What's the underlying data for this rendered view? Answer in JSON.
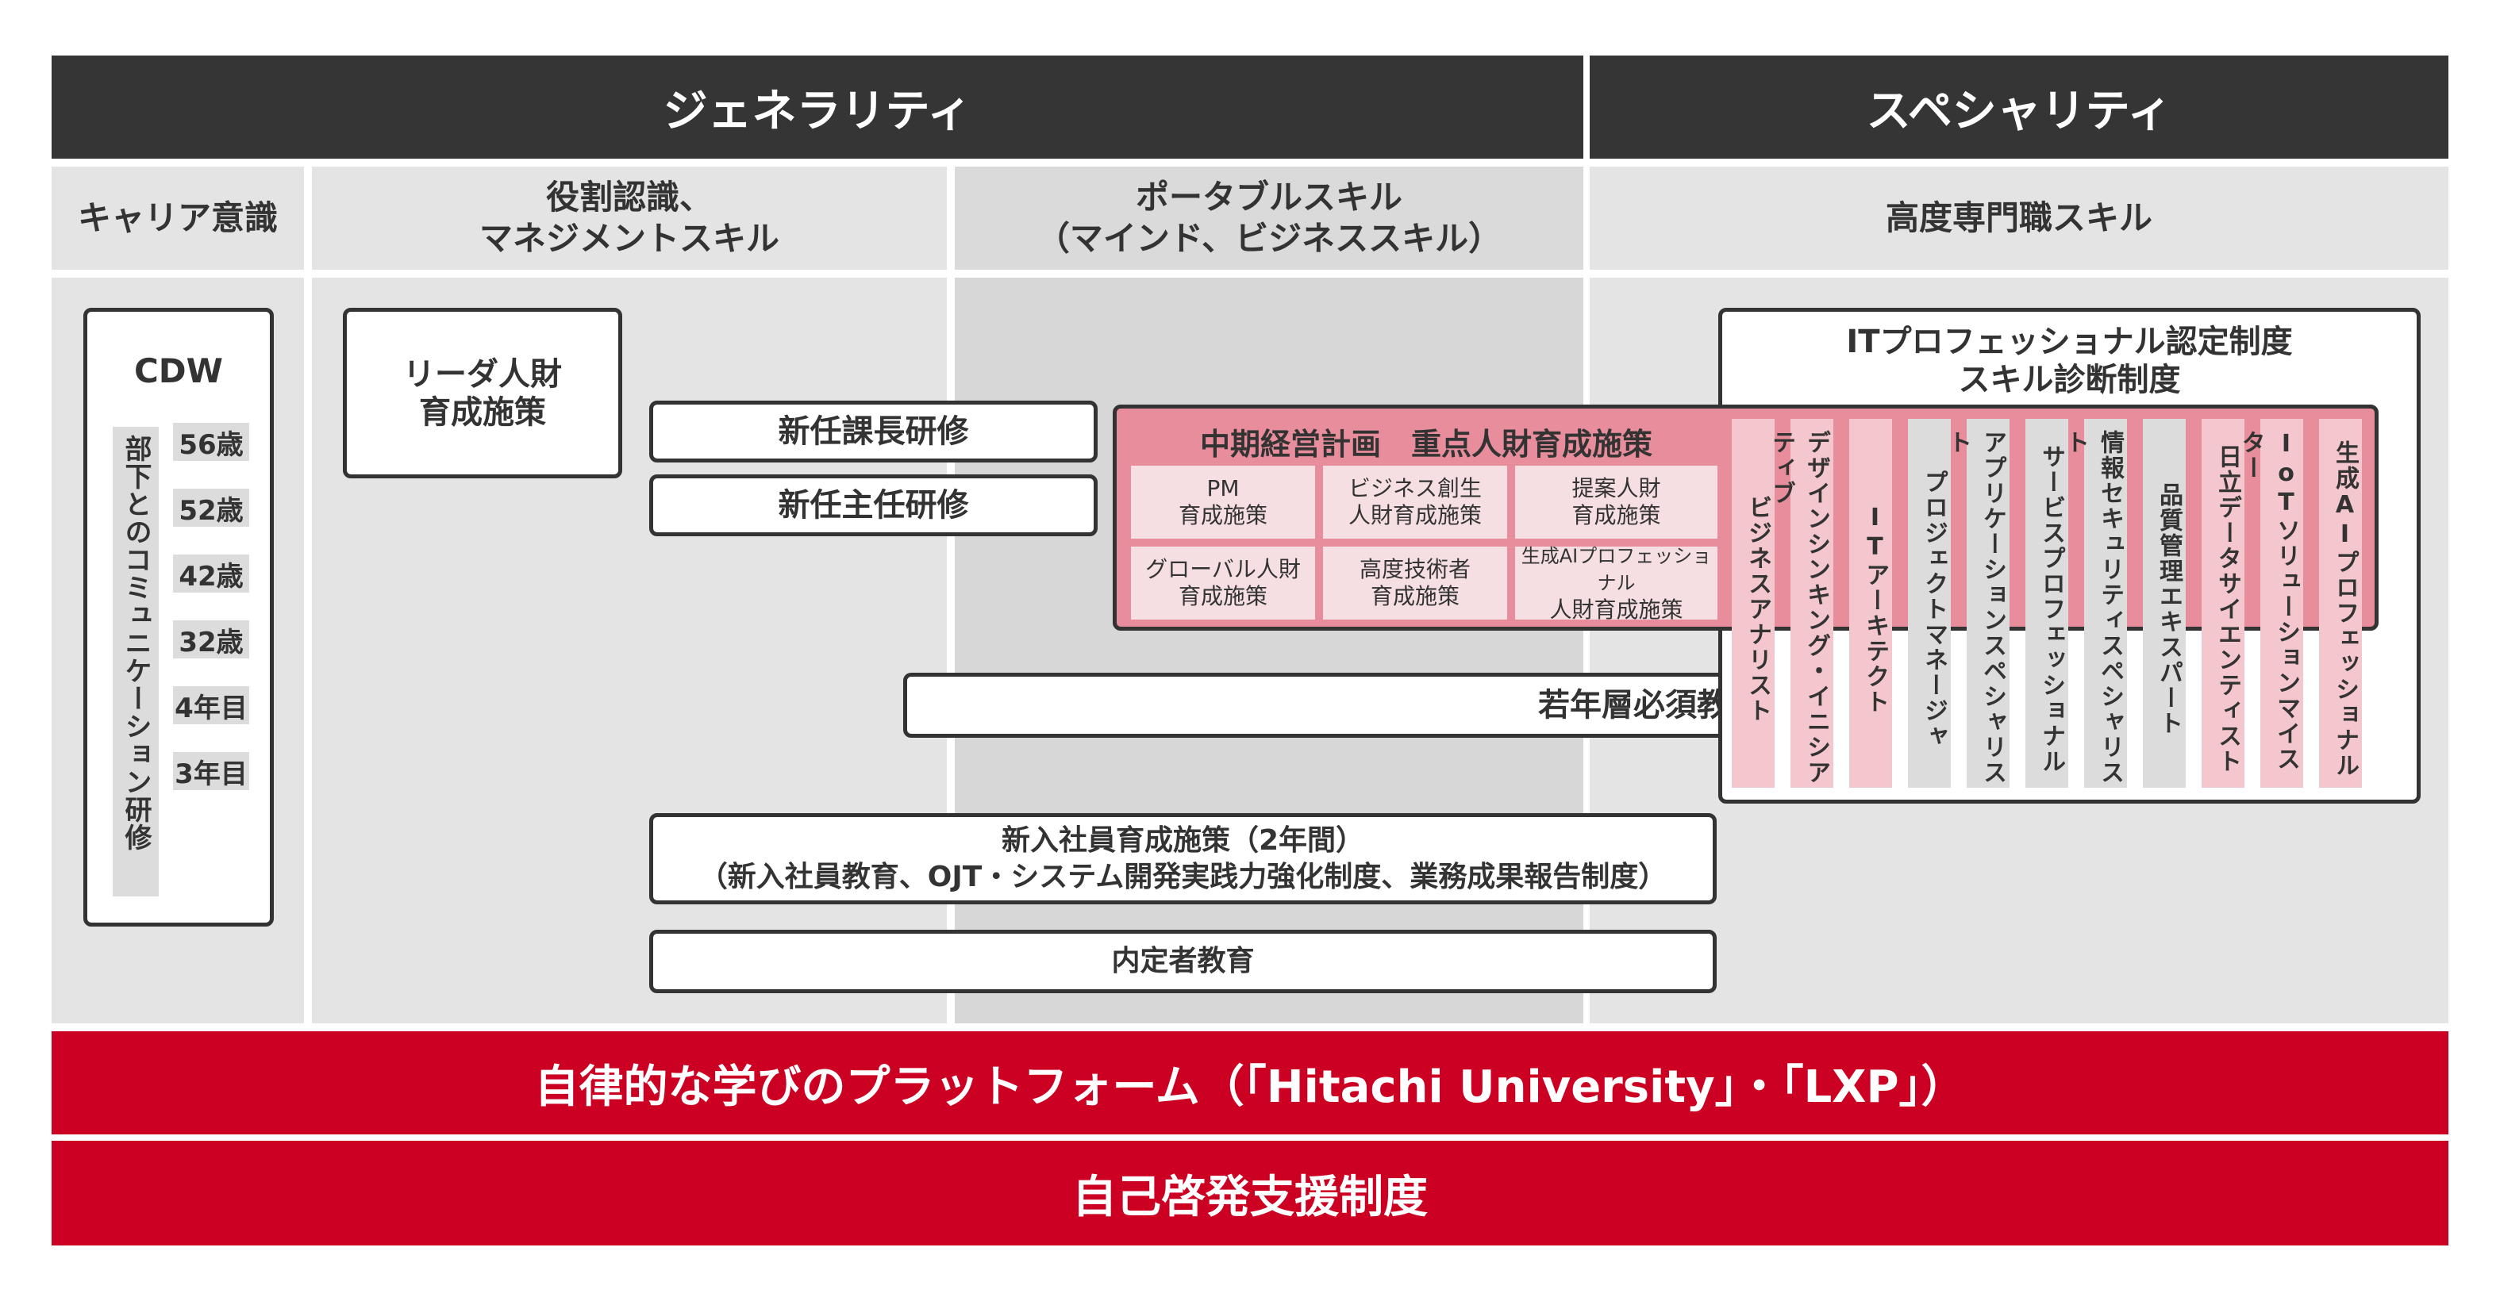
{
  "headers": {
    "generality": "ジェネラリティ",
    "speciality": "スペシャリティ"
  },
  "subheaders": {
    "career": "キャリア意識",
    "role": [
      "役割認識、",
      "マネジメントスキル"
    ],
    "portable": [
      "ポータブルスキル",
      "（マインド、ビジネススキル）"
    ],
    "expert": "高度専門職スキル"
  },
  "cdw": {
    "title": "CDW",
    "vertical_label": "部下とのコミュニケーション研修",
    "ages": [
      "56歳",
      "52歳",
      "42歳",
      "32歳",
      "4年目",
      "3年目"
    ]
  },
  "leader": [
    "リーダ人財",
    "育成施策"
  ],
  "new_section_chief": "新任課長研修",
  "new_chief": "新任主任研修",
  "plan": {
    "title": "中期経営計画　重点人財育成施策",
    "cells": [
      [
        "PM",
        "育成施策"
      ],
      [
        "ビジネス創生",
        "人財育成施策"
      ],
      [
        "提案人財",
        "育成施策"
      ],
      [
        "グローバル人財",
        "育成施策"
      ],
      [
        "高度技術者",
        "育成施策"
      ],
      [
        "生成AIプロフェッショナル",
        "人財育成施策"
      ]
    ]
  },
  "it_cert": [
    "ITプロフェッショナル認定制度",
    "スキル診断制度"
  ],
  "skills": [
    "ビジネスアナリスト",
    "デザインシンキング・イニシアティブ",
    "ITアーキテクト",
    "プロジェクトマネージャ",
    "アプリケーションスペシャリスト",
    "サービスプロフェッショナル",
    "情報セキュリティスペシャリスト",
    "品質管理エキスパート",
    "日立データサイエンティスト",
    "IoTソリューションマイスター",
    "生成AIプロフェッショナル"
  ],
  "young": "若年層必須教育",
  "new_employee": [
    "新入社員育成施策（2年間）",
    "（新入社員教育、OJT・システム開発実践力強化制度、業務成果報告制度）"
  ],
  "naitei": "内定者教育",
  "platform": "自律的な学びのプラットフォーム（「Hitachi University」・「LXP」）",
  "self_dev": "自己啓発支援制度",
  "colors": {
    "red": "#cc0022",
    "dark": "#353535",
    "pink": "#f4c6cd",
    "plan_pink": "#e88d9c"
  }
}
